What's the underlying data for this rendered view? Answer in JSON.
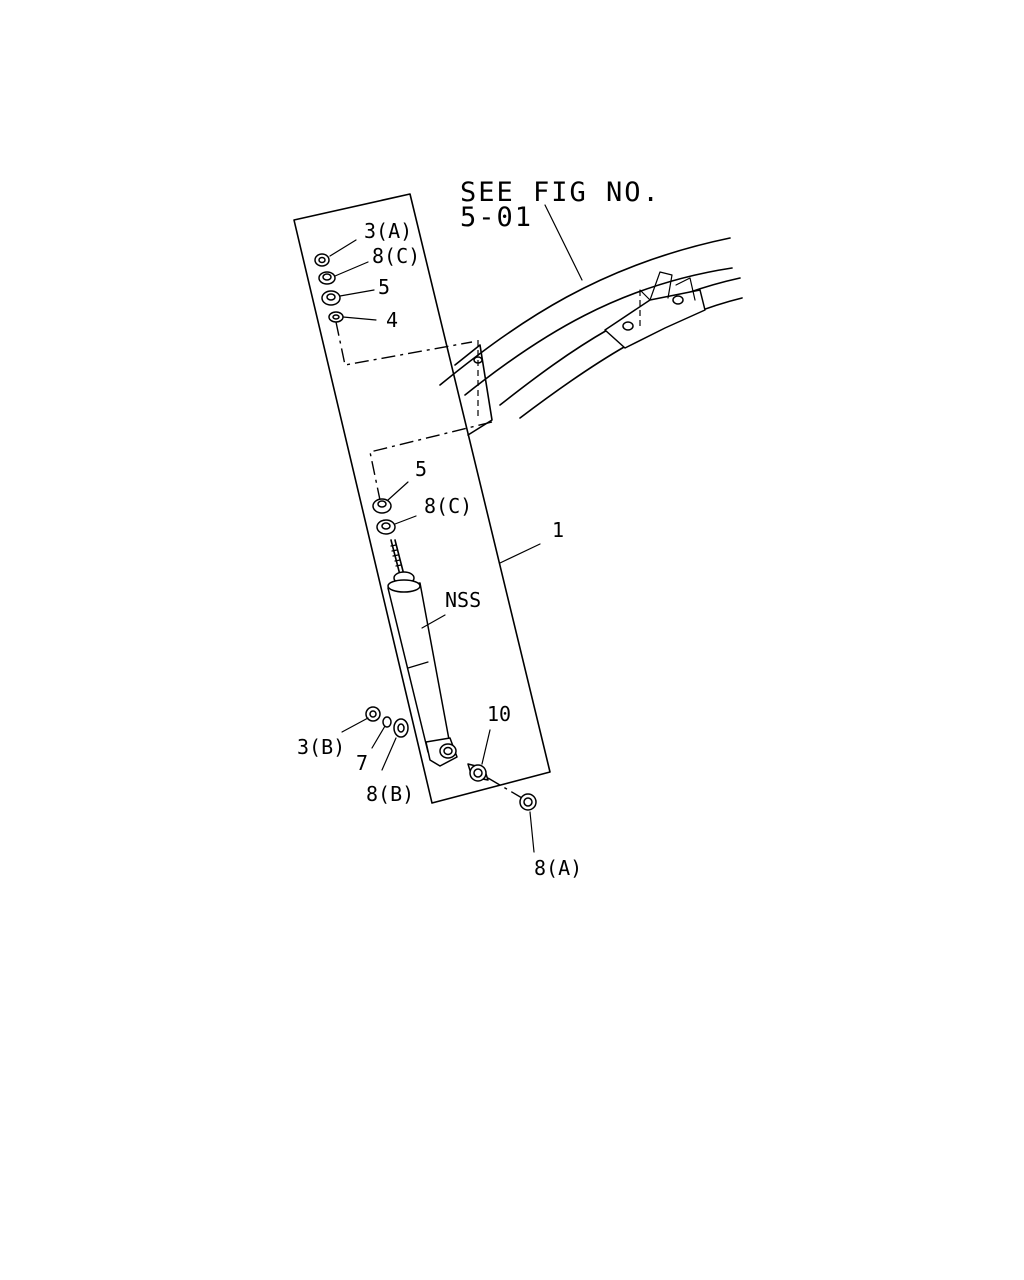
{
  "reference": {
    "line1": "SEE FIG NO.",
    "line2": "5-01"
  },
  "callouts": {
    "top_nut": "3(A)",
    "top_washer_c": "8(C)",
    "top_bushing": "5",
    "top_washer": "4",
    "mid_bushing": "5",
    "mid_washer_c": "8(C)",
    "assembly": "1",
    "shock_note": "NSS",
    "collar": "10",
    "bottom_nut": "3(B)",
    "bottom_lock": "7",
    "bottom_washer_b": "8(B)",
    "bottom_washer_a": "8(A)"
  }
}
